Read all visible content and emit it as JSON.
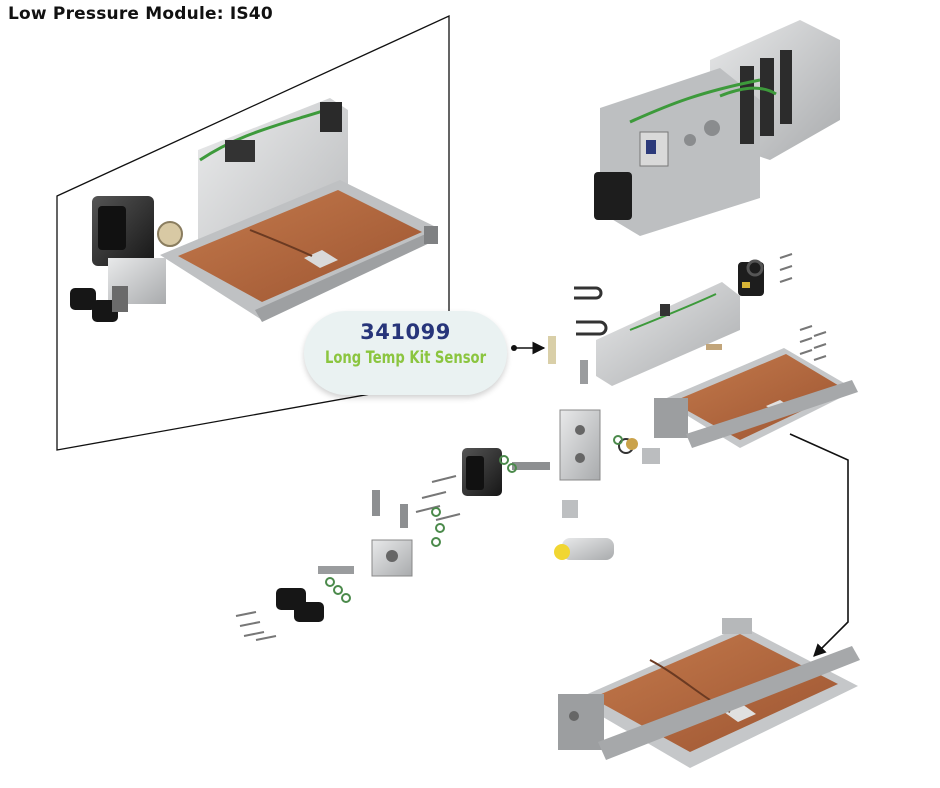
{
  "title": "Low Pressure Module: IS40",
  "callout": {
    "part_number": "341099",
    "part_name": "Long Temp Kit Sensor"
  },
  "colors": {
    "part_number": "#27357a",
    "part_name": "#8bc53f",
    "heater_plate": "#b86a3e",
    "metal": "#c9cbcc",
    "dark_component": "#2b2b2b",
    "wire_green": "#3d9a3b"
  }
}
